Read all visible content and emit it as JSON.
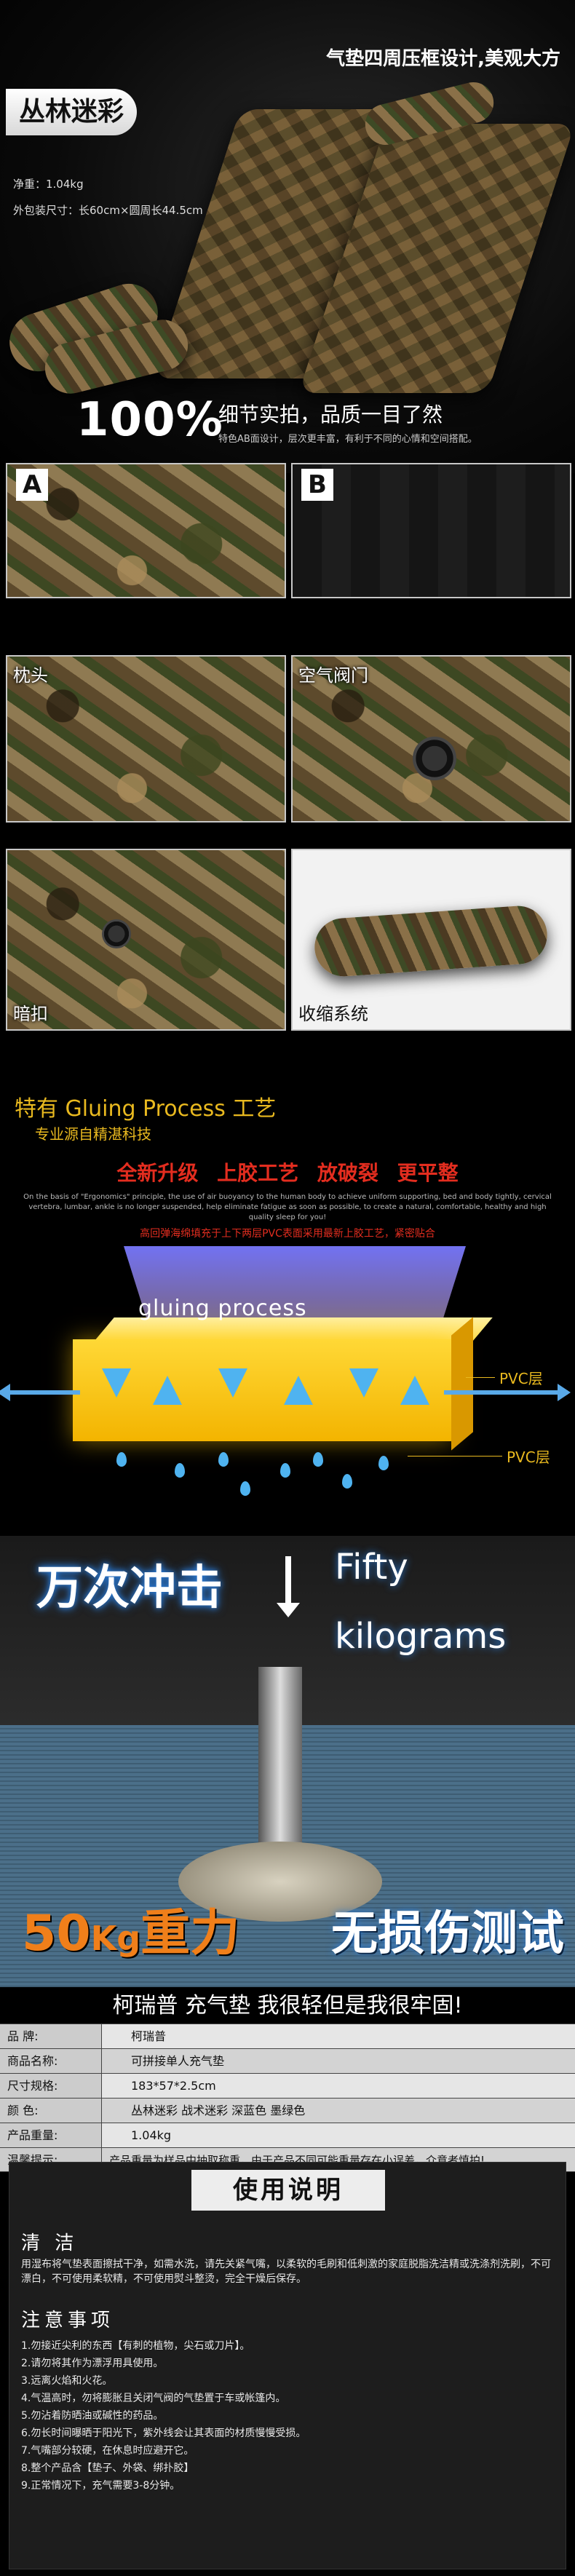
{
  "hero": {
    "tagline": "气垫四周压框设计,美观大方",
    "product_name": "丛林迷彩",
    "net_weight": "净重：1.04kg",
    "pack_size": "外包装尺寸：长60cm×圆周长44.5cm",
    "big_number": "100%",
    "headline": "细节实拍，品质一目了然",
    "subline": "特色AB面设计，层次更丰富，有利于不同的心情和空间搭配。"
  },
  "details": {
    "a_letter": "A",
    "b_letter": "B",
    "pillow_label": "枕头",
    "valve_label": "空气阀门",
    "buckle_label": "暗扣",
    "shrink_label": "收缩系统"
  },
  "gluing": {
    "title": "特有 Gluing Process 工艺",
    "subtitle": "专业源自精湛科技",
    "slogans": [
      "全新升级",
      "上胶工艺",
      "放破裂",
      "更平整"
    ],
    "english": "On the basis of \"Ergonomics\" principle, the use of air buoyancy to the human body to achieve uniform supporting, bed and body tightly, cervical vertebra, lumbar, ankle is no longer suspended, help eliminate fatigue as soon as possible, to create a natural, comfortable, healthy and high quality sleep for you!",
    "note": "高回弹海绵填充于上下两层PVC表面采用最新上胶工艺，紧密贴合",
    "slab_text": "gluing process",
    "pvc_top": "PVC层",
    "pvc_bottom": "PVC层"
  },
  "impact": {
    "headline": "万次冲击",
    "en_line1": "Fifty",
    "en_line2": "kilograms",
    "weight_num": "50",
    "weight_unit": "Kg",
    "weight_text": "重力",
    "test_text": "无损伤测试",
    "slogan": "柯瑞普  充气垫 我很轻但是我很牢固!"
  },
  "specs": [
    {
      "key": "品    牌:",
      "value": "柯瑞普"
    },
    {
      "key": "商品名称:",
      "value": "可拼接单人充气垫"
    },
    {
      "key": "尺寸规格:",
      "value": "183*57*2.5cm"
    },
    {
      "key": "颜    色:",
      "value": "丛林迷彩 战术迷彩  深蓝色  墨绿色"
    },
    {
      "key": "产品重量:",
      "value": "1.04kg"
    },
    {
      "key": "温馨提示:",
      "value": "产品重量为样品中抽取称重，由于产品不同可能重量存在小误差，介意者慎拍!"
    }
  ],
  "guide": {
    "title": "使用说明",
    "clean_heading": "清 洁",
    "clean_text": "用湿布将气垫表面擦拭干净，如需水洗，请先关紧气嘴，以柔软的毛刷和低刺激的家庭脱脂洗洁精或洗涤剂洗刷，不可漂白，不可使用柔软精，不可使用熨斗整烫，完全干燥后保存。",
    "caution_heading": "注意事项",
    "cautions": [
      "1.勿接近尖利的东西【有刺的植物，尖石或刀片】。",
      "2.请勿将其作为漂浮用具使用。",
      "3.远离火焰和火花。",
      "4.气温高时，勿将膨胀且关闭气阀的气垫置于车或帐篷内。",
      "5.勿沾着防晒油或碱性的药品。",
      "6.勿长时间曝晒于阳光下，紫外线会让其表面的材质慢慢受损。",
      "7.气嘴部分较硬，在休息时应避开它。",
      "8.整个产品含【垫子、外袋、绑扑胶】",
      "9.正常情况下，充气需要3-8分钟。"
    ]
  }
}
